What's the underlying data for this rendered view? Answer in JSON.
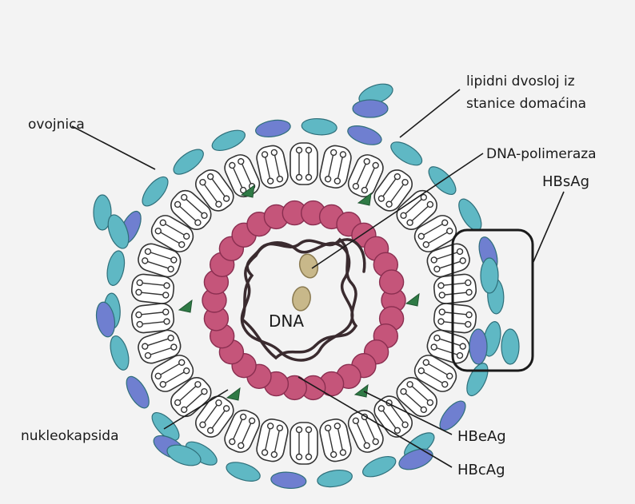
{
  "labels": {
    "ovojnica": "ovojnica",
    "lipid_line1": "lipidni dvosloj iz",
    "lipid_line2": "stanice domaćina",
    "dna_polymerase": "DNA-polimeraza",
    "hbsag": "HBsAg",
    "dna": "DNA",
    "nucleocapsid": "nukleokapsida",
    "hbeag": "HBeAg",
    "hbcag": "HBcAg"
  },
  "colors": {
    "background": "#f3f3f3",
    "surface_protein_teal": "#5fb8c4",
    "surface_protein_blue": "#6f7fd0",
    "capsid_protein": "#c5557a",
    "polymerase": "#c8b88a",
    "hbeag": "#2f7a45",
    "lipid_outline": "#333333",
    "dna_strand": "#3a2b2f"
  }
}
